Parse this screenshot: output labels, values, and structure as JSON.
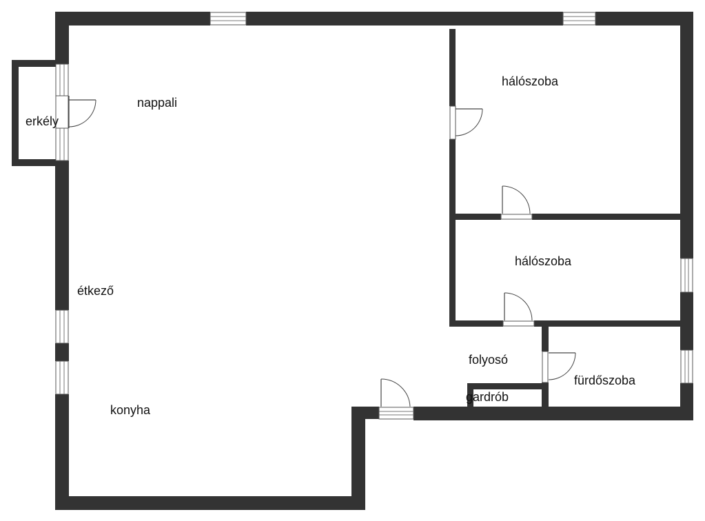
{
  "rooms": {
    "nappali": "nappali",
    "erkely": "erkély",
    "halo1": "hálószoba",
    "halo2": "hálószoba",
    "etkezo": "étkező",
    "folyoso": "folyosó",
    "furdo": "fürdőszoba",
    "gardrob": "gardrób",
    "konyha": "konyha"
  },
  "colors": {
    "wall": "#333333",
    "background": "#ffffff"
  }
}
